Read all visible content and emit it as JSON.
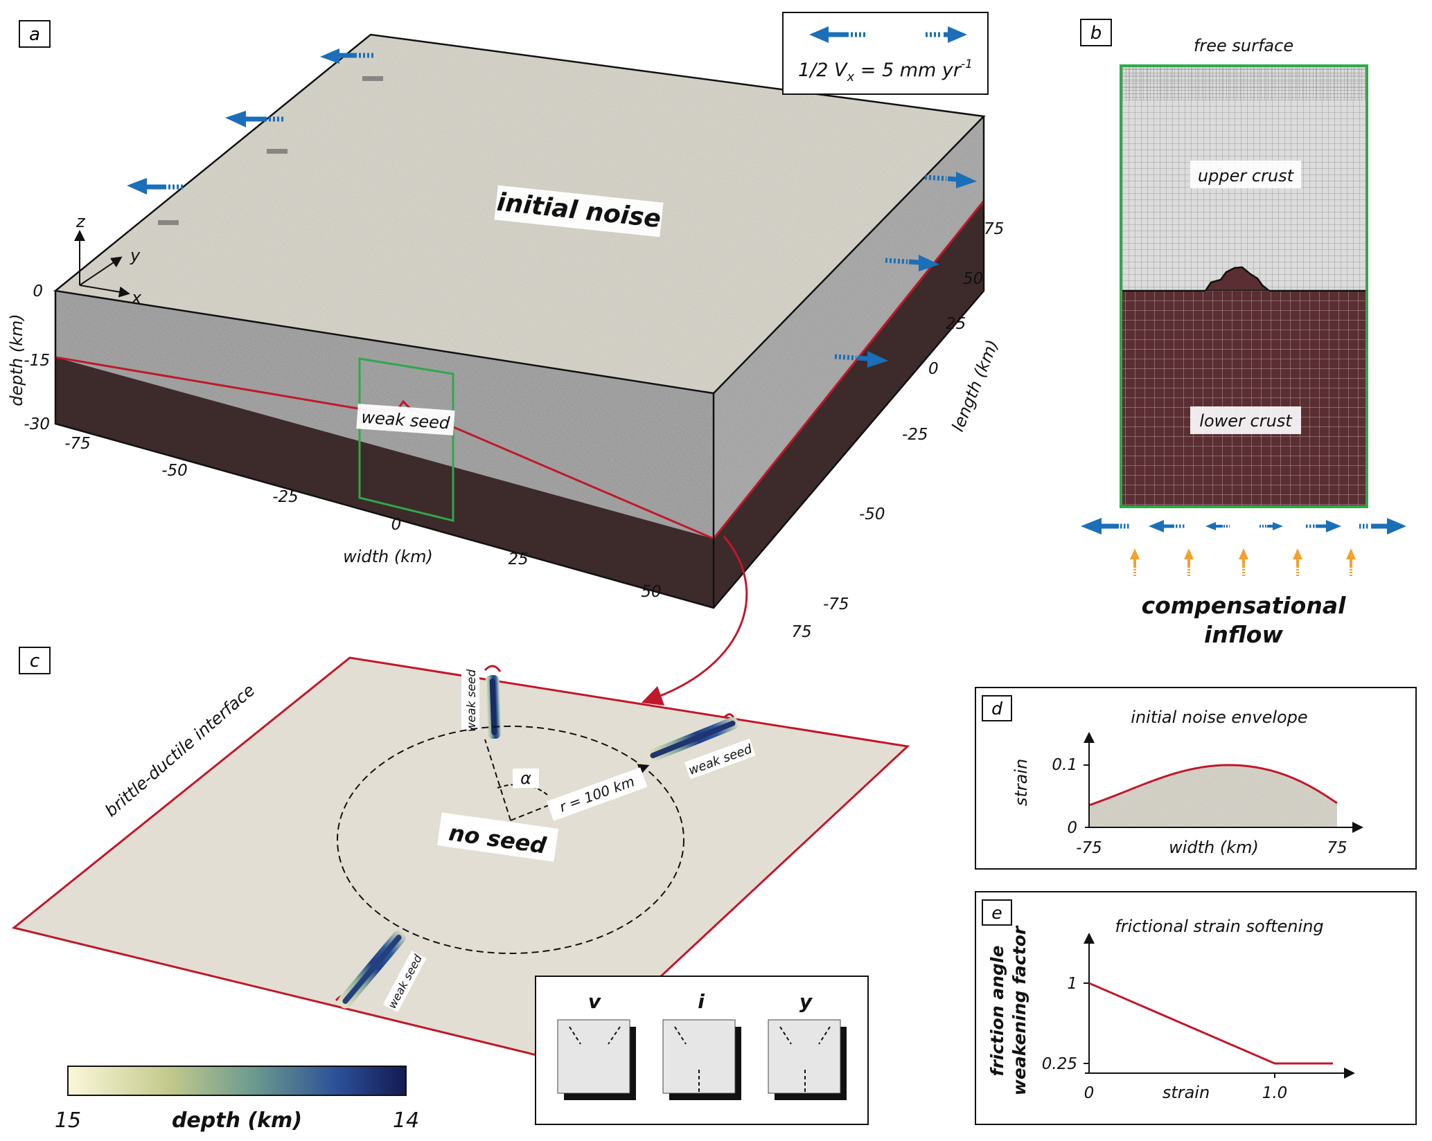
{
  "panels": {
    "a": {
      "letter": "a",
      "legend_text": "1/2 V",
      "legend_sub": "x",
      "legend_rest": " = 5 mm yr",
      "legend_sup": "-1",
      "surface_label": "initial noise",
      "seed_label": "weak seed",
      "axis_z": "z",
      "axis_y": "y",
      "axis_x": "x",
      "depth_label": "depth (km)",
      "depth_ticks": [
        "0",
        "-15",
        "-30"
      ],
      "width_label": "width (km)",
      "width_ticks": [
        "-75",
        "-50",
        "-25",
        "0",
        "25",
        "50",
        "75"
      ],
      "length_label": "length (km)",
      "length_ticks": [
        "75",
        "50",
        "25",
        "0",
        "-25",
        "-50",
        "-75"
      ]
    },
    "b": {
      "letter": "b",
      "top_label": "free surface",
      "upper_label": "upper crust",
      "lower_label": "lower crust",
      "bottom_label_1": "compensational",
      "bottom_label_2": "inflow"
    },
    "c": {
      "letter": "c",
      "interface_label": "brittle-ductile interface",
      "seed_labels": [
        "weak seed",
        "weak seed",
        "weak seed"
      ],
      "center_label": "no seed",
      "alpha_label": "α",
      "radius_label": "r = 100 km",
      "configs": [
        "v",
        "i",
        "y"
      ],
      "colorbar_min": "15",
      "colorbar_max": "14",
      "colorbar_label": "depth (km)"
    },
    "d": {
      "letter": "d",
      "title": "initial noise envelope",
      "ylabel": "strain",
      "xlabel": "width (km)",
      "yticks": [
        "0.1",
        "0"
      ],
      "xticks": [
        "-75",
        "75"
      ]
    },
    "e": {
      "letter": "e",
      "title": "frictional strain softening",
      "ylabel_1": "friction angle",
      "ylabel_2": "weakening factor",
      "xlabel": "strain",
      "yticks": [
        "1",
        "0.25"
      ],
      "xticks": [
        "0",
        "1.0"
      ]
    }
  },
  "colors": {
    "lower_crust": "#3d2a2a",
    "interface_red": "#c0182b",
    "arrow_blue": "#1a6fb8",
    "arrow_orange": "#f3a12c",
    "box_green": "#2fa84b",
    "plane": "#e3ded3"
  }
}
